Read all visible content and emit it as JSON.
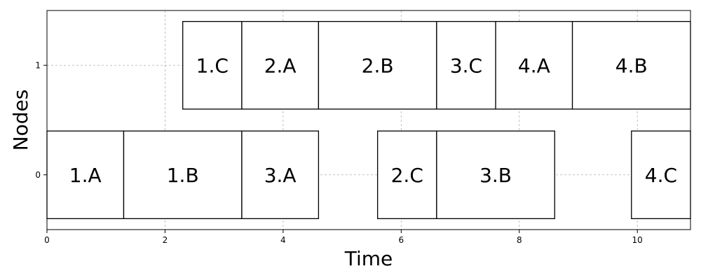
{
  "chart_data": {
    "type": "gantt",
    "xlabel": "Time",
    "ylabel": "Nodes",
    "xlim": [
      0,
      10.9
    ],
    "ylim": [
      -0.5,
      1.5
    ],
    "xticks": [
      "0",
      "2",
      "4",
      "6",
      "8",
      "10"
    ],
    "xtick_values": [
      0,
      2,
      4,
      6,
      8,
      10
    ],
    "yticks": [
      "0",
      "1"
    ],
    "ytick_values": [
      0,
      1
    ],
    "grid": true,
    "tasks": [
      {
        "label": "1.A",
        "node": 0,
        "start": 0.0,
        "end": 1.3
      },
      {
        "label": "1.B",
        "node": 0,
        "start": 1.3,
        "end": 3.3
      },
      {
        "label": "3.A",
        "node": 0,
        "start": 3.3,
        "end": 4.6
      },
      {
        "label": "2.C",
        "node": 0,
        "start": 5.6,
        "end": 6.6
      },
      {
        "label": "3.B",
        "node": 0,
        "start": 6.6,
        "end": 8.6
      },
      {
        "label": "4.C",
        "node": 0,
        "start": 9.9,
        "end": 10.9
      },
      {
        "label": "1.C",
        "node": 1,
        "start": 2.3,
        "end": 3.3
      },
      {
        "label": "2.A",
        "node": 1,
        "start": 3.3,
        "end": 4.6
      },
      {
        "label": "2.B",
        "node": 1,
        "start": 4.6,
        "end": 6.6
      },
      {
        "label": "3.C",
        "node": 1,
        "start": 6.6,
        "end": 7.6
      },
      {
        "label": "4.A",
        "node": 1,
        "start": 7.6,
        "end": 8.9
      },
      {
        "label": "4.B",
        "node": 1,
        "start": 8.9,
        "end": 10.9
      }
    ]
  }
}
